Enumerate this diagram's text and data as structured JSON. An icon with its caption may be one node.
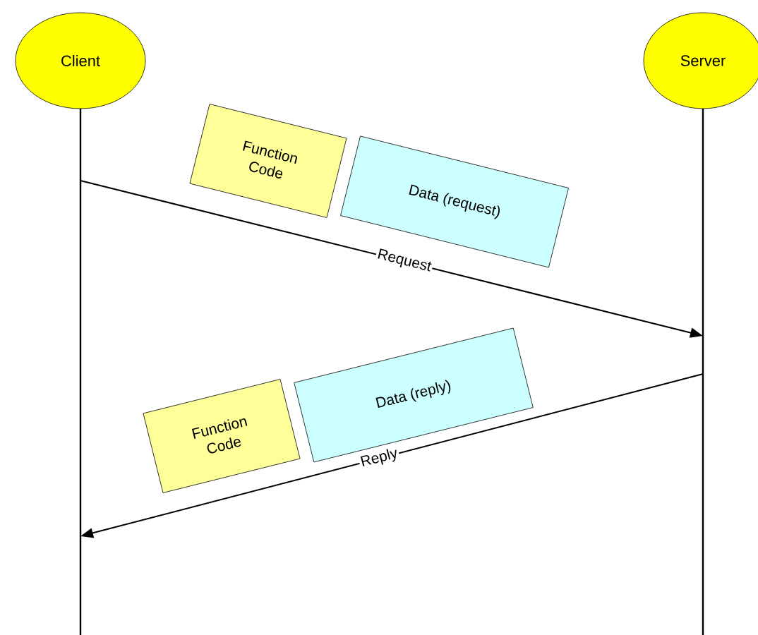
{
  "diagram": {
    "nodes": [
      {
        "text": [
          "Client"
        ]
      },
      {
        "text": [
          "Server"
        ]
      },
      {
        "text": [
          "Function Code"
        ]
      },
      {
        "text": [
          "Data (request)"
        ]
      },
      {
        "text": [
          "Function Code"
        ]
      },
      {
        "text": [
          "Data (reply)"
        ]
      }
    ],
    "edges": [
      {
        "from": 0,
        "to": 1,
        "arrow": "to",
        "label": "Request"
      },
      {
        "from": 1,
        "to": 0,
        "arrow": "to",
        "label": "Reply"
      }
    ]
  }
}
